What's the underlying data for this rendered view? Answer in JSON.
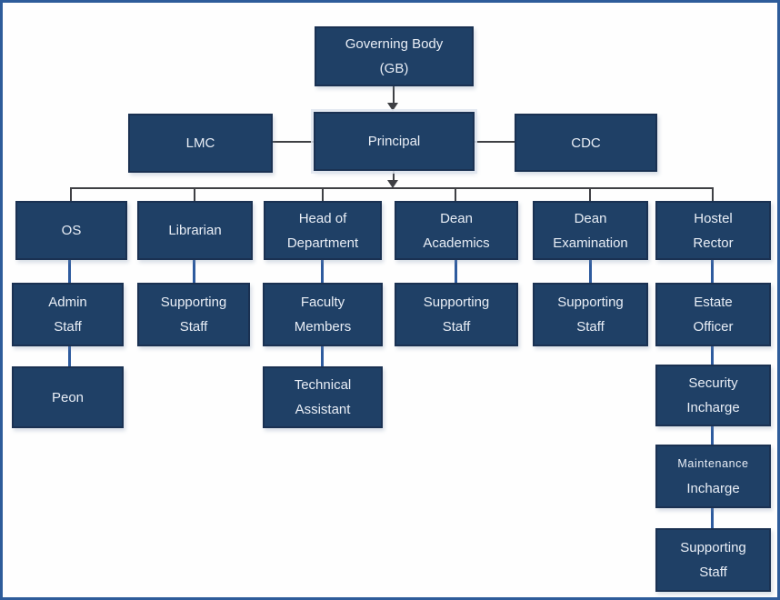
{
  "colors": {
    "page_border": "#2e5c9a",
    "box_fill": "#1f4066",
    "box_border": "#1a3152",
    "box_text": "#e9eef6",
    "dark_connector": "#3f4044",
    "blue_connector": "#2e5b9e"
  },
  "nodes": {
    "governing_body": {
      "line1": "Governing Body",
      "line2": "(GB)"
    },
    "lmc": {
      "line1": "LMC"
    },
    "principal": {
      "line1": "Principal"
    },
    "cdc": {
      "line1": "CDC"
    },
    "os": {
      "line1": "OS"
    },
    "librarian": {
      "line1": "Librarian"
    },
    "head_of_department": {
      "line1": "Head of",
      "line2": "Department"
    },
    "dean_academics": {
      "line1": "Dean",
      "line2": "Academics"
    },
    "dean_examination": {
      "line1": "Dean",
      "line2": "Examination"
    },
    "hostel_rector": {
      "line1": "Hostel",
      "line2": "Rector"
    },
    "admin_staff": {
      "line1": "Admin",
      "line2": "Staff"
    },
    "librarian_supporting_staff": {
      "line1": "Supporting",
      "line2": "Staff"
    },
    "faculty_members": {
      "line1": "Faculty",
      "line2": "Members"
    },
    "dean_academics_supporting_staff": {
      "line1": "Supporting",
      "line2": "Staff"
    },
    "dean_examination_supporting_staff": {
      "line1": "Supporting",
      "line2": "Staff"
    },
    "estate_officer": {
      "line1": "Estate",
      "line2": "Officer"
    },
    "peon": {
      "line1": "Peon"
    },
    "technical_assistant": {
      "line1": "Technical",
      "line2": "Assistant"
    },
    "security_incharge": {
      "line1": "Security",
      "line2": "Incharge"
    },
    "maintenance_incharge": {
      "line1": "Maintenance",
      "line2": "Incharge"
    },
    "hostel_supporting_staff": {
      "line1": "Supporting",
      "line2": "Staff"
    }
  },
  "edges": [
    {
      "from": "Governing Body (GB)",
      "to": "Principal",
      "style": "arrow"
    },
    {
      "from": "Principal",
      "to": "LMC",
      "style": "line"
    },
    {
      "from": "Principal",
      "to": "CDC",
      "style": "line"
    },
    {
      "from": "Principal",
      "to": "OS",
      "style": "arrow-bus"
    },
    {
      "from": "Principal",
      "to": "Librarian",
      "style": "arrow-bus"
    },
    {
      "from": "Principal",
      "to": "Head of Department",
      "style": "arrow-bus"
    },
    {
      "from": "Principal",
      "to": "Dean Academics",
      "style": "arrow-bus"
    },
    {
      "from": "Principal",
      "to": "Dean Examination",
      "style": "arrow-bus"
    },
    {
      "from": "Principal",
      "to": "Hostel Rector",
      "style": "arrow-bus"
    },
    {
      "from": "OS",
      "to": "Admin Staff",
      "style": "line"
    },
    {
      "from": "Admin Staff",
      "to": "Peon",
      "style": "line"
    },
    {
      "from": "Librarian",
      "to": "Supporting Staff",
      "style": "line"
    },
    {
      "from": "Head of Department",
      "to": "Faculty Members",
      "style": "line"
    },
    {
      "from": "Faculty Members",
      "to": "Technical Assistant",
      "style": "line"
    },
    {
      "from": "Dean Academics",
      "to": "Supporting Staff",
      "style": "line"
    },
    {
      "from": "Dean Examination",
      "to": "Supporting Staff",
      "style": "line"
    },
    {
      "from": "Hostel Rector",
      "to": "Estate Officer",
      "style": "line"
    },
    {
      "from": "Estate Officer",
      "to": "Security Incharge",
      "style": "line"
    },
    {
      "from": "Security Incharge",
      "to": "Maintenance Incharge",
      "style": "line"
    },
    {
      "from": "Maintenance Incharge",
      "to": "Supporting Staff",
      "style": "line"
    }
  ]
}
